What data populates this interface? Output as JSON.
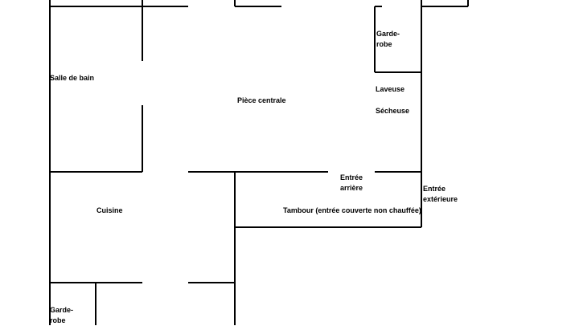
{
  "floor_plan": {
    "rooms": {
      "bathroom": "Salle de bain",
      "central_room": "Pièce centrale",
      "kitchen": "Cuisine",
      "closet_top": [
        "Garde-",
        "robe"
      ],
      "closet_bottom": [
        "Garde-",
        "robe"
      ],
      "washer": "Laveuse",
      "dryer": "Sécheuse",
      "back_entrance": [
        "Entrée",
        "arrière"
      ],
      "exterior_entrance": [
        "Entrée",
        "extérieure"
      ],
      "vestibule": "Tambour (entrée couverte non chauffée)"
    }
  }
}
